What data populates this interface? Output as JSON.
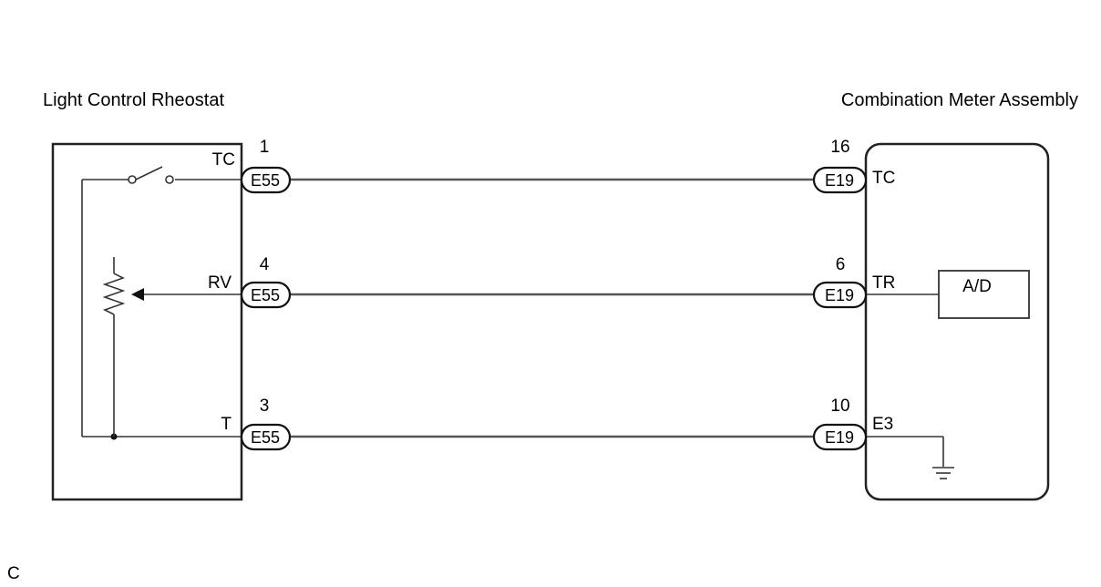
{
  "components": {
    "left": {
      "title": "Light Control Rheostat"
    },
    "right": {
      "title": "Combination Meter Assembly",
      "module_label": "A/D"
    }
  },
  "circuits": [
    {
      "left_terminal": "TC",
      "left_pin": "1",
      "left_connector": "E55",
      "right_pin": "16",
      "right_connector": "E19",
      "right_terminal": "TC"
    },
    {
      "left_terminal": "RV",
      "left_pin": "4",
      "left_connector": "E55",
      "right_pin": "6",
      "right_connector": "E19",
      "right_terminal": "TR"
    },
    {
      "left_terminal": "T",
      "left_pin": "3",
      "left_connector": "E55",
      "right_pin": "10",
      "right_connector": "E19",
      "right_terminal": "E3"
    }
  ],
  "footer_code": "C"
}
